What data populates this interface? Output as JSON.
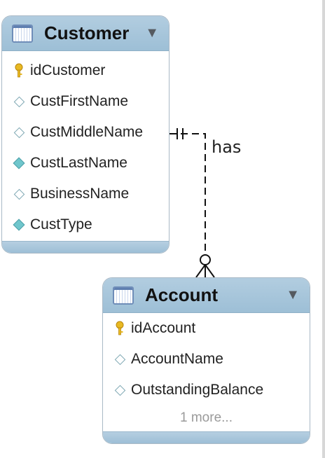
{
  "diagram": {
    "entities": [
      {
        "id": "customer",
        "title": "Customer",
        "columns": [
          {
            "name": "idCustomer",
            "icon": "key-icon"
          },
          {
            "name": "CustFirstName",
            "icon": "diamond-open-icon"
          },
          {
            "name": "CustMiddleName",
            "icon": "diamond-open-icon"
          },
          {
            "name": "CustLastName",
            "icon": "diamond-filled-icon"
          },
          {
            "name": "BusinessName",
            "icon": "diamond-open-icon"
          },
          {
            "name": "CustType",
            "icon": "diamond-filled-icon"
          }
        ]
      },
      {
        "id": "account",
        "title": "Account",
        "columns": [
          {
            "name": "idAccount",
            "icon": "key-icon"
          },
          {
            "name": "AccountName",
            "icon": "diamond-open-icon"
          },
          {
            "name": "OutstandingBalance",
            "icon": "diamond-open-icon"
          }
        ],
        "more_label": "1 more..."
      }
    ],
    "relationship": {
      "label": "has",
      "from": "Customer",
      "to": "Account",
      "from_cardinality": "one-and-only-one",
      "to_cardinality": "zero-or-many",
      "line_style": "dashed"
    },
    "colors": {
      "header": "#a7c6db",
      "border": "#a9b9c6",
      "key": "#e8b923",
      "diamond_filled": "#6fc6cc",
      "diamond_open_stroke": "#7ea8b3"
    }
  }
}
